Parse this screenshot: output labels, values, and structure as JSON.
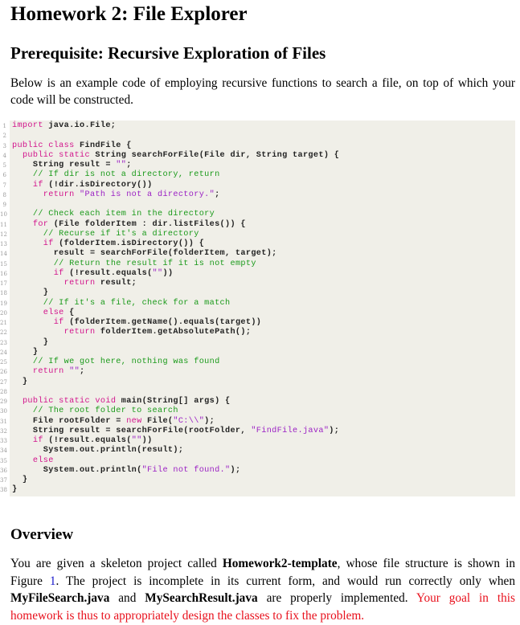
{
  "document": {
    "title": "Homework 2: File Explorer",
    "prerequisite": {
      "heading": "Prerequisite: Recursive Exploration of Files",
      "intro": "Below is an example code of employing recursive functions to search a file, on top of which your code will be constructed."
    },
    "code_listing": {
      "language": "java",
      "background_color": "#f0efe8",
      "colors": {
        "keyword": "#d2148c",
        "comment": "#1a9a1a",
        "string": "#9b21c4",
        "line_number": "#9a9a9a",
        "text": "#222222"
      },
      "lines": [
        {
          "n": "1",
          "segments": [
            [
              "kw",
              "import"
            ],
            [
              "tx",
              " java.io.File;"
            ]
          ]
        },
        {
          "n": "2",
          "segments": []
        },
        {
          "n": "3",
          "segments": [
            [
              "kw",
              "public class"
            ],
            [
              "tx",
              " FindFile {"
            ]
          ]
        },
        {
          "n": "4",
          "segments": [
            [
              "tx",
              "  "
            ],
            [
              "kw",
              "public static"
            ],
            [
              "tx",
              " String searchForFile(File dir, String target) {"
            ]
          ]
        },
        {
          "n": "5",
          "segments": [
            [
              "tx",
              "    String result = "
            ],
            [
              "st",
              "\"\""
            ],
            [
              "tx",
              ";"
            ]
          ]
        },
        {
          "n": "6",
          "segments": [
            [
              "tx",
              "    "
            ],
            [
              "cm",
              "// If dir is not a directory, return"
            ]
          ]
        },
        {
          "n": "7",
          "segments": [
            [
              "tx",
              "    "
            ],
            [
              "kw",
              "if"
            ],
            [
              "tx",
              " (!dir.isDirectory())"
            ]
          ]
        },
        {
          "n": "8",
          "segments": [
            [
              "tx",
              "      "
            ],
            [
              "kw",
              "return"
            ],
            [
              "tx",
              " "
            ],
            [
              "st",
              "\"Path is not a directory.\""
            ],
            [
              "tx",
              ";"
            ]
          ]
        },
        {
          "n": "9",
          "segments": []
        },
        {
          "n": "10",
          "segments": [
            [
              "tx",
              "    "
            ],
            [
              "cm",
              "// Check each item in the directory"
            ]
          ]
        },
        {
          "n": "11",
          "segments": [
            [
              "tx",
              "    "
            ],
            [
              "kw",
              "for"
            ],
            [
              "tx",
              " (File folderItem : dir.listFiles()) {"
            ]
          ]
        },
        {
          "n": "12",
          "segments": [
            [
              "tx",
              "      "
            ],
            [
              "cm",
              "// Recurse if it's a directory"
            ]
          ]
        },
        {
          "n": "13",
          "segments": [
            [
              "tx",
              "      "
            ],
            [
              "kw",
              "if"
            ],
            [
              "tx",
              " (folderItem.isDirectory()) {"
            ]
          ]
        },
        {
          "n": "14",
          "segments": [
            [
              "tx",
              "        result = searchForFile(folderItem, target);"
            ]
          ]
        },
        {
          "n": "15",
          "segments": [
            [
              "tx",
              "        "
            ],
            [
              "cm",
              "// Return the result if it is not empty"
            ]
          ]
        },
        {
          "n": "16",
          "segments": [
            [
              "tx",
              "        "
            ],
            [
              "kw",
              "if"
            ],
            [
              "tx",
              " (!result.equals("
            ],
            [
              "st",
              "\"\""
            ],
            [
              "tx",
              "))"
            ]
          ]
        },
        {
          "n": "17",
          "segments": [
            [
              "tx",
              "          "
            ],
            [
              "kw",
              "return"
            ],
            [
              "tx",
              " result;"
            ]
          ]
        },
        {
          "n": "18",
          "segments": [
            [
              "tx",
              "      }"
            ]
          ]
        },
        {
          "n": "19",
          "segments": [
            [
              "tx",
              "      "
            ],
            [
              "cm",
              "// If it's a file, check for a match"
            ]
          ]
        },
        {
          "n": "20",
          "segments": [
            [
              "tx",
              "      "
            ],
            [
              "kw",
              "else"
            ],
            [
              "tx",
              " {"
            ]
          ]
        },
        {
          "n": "21",
          "segments": [
            [
              "tx",
              "        "
            ],
            [
              "kw",
              "if"
            ],
            [
              "tx",
              " (folderItem.getName().equals(target))"
            ]
          ]
        },
        {
          "n": "22",
          "segments": [
            [
              "tx",
              "          "
            ],
            [
              "kw",
              "return"
            ],
            [
              "tx",
              " folderItem.getAbsolutePath();"
            ]
          ]
        },
        {
          "n": "23",
          "segments": [
            [
              "tx",
              "      }"
            ]
          ]
        },
        {
          "n": "24",
          "segments": [
            [
              "tx",
              "    }"
            ]
          ]
        },
        {
          "n": "25",
          "segments": [
            [
              "tx",
              "    "
            ],
            [
              "cm",
              "// If we got here, nothing was found"
            ]
          ]
        },
        {
          "n": "26",
          "segments": [
            [
              "tx",
              "    "
            ],
            [
              "kw",
              "return"
            ],
            [
              "tx",
              " "
            ],
            [
              "st",
              "\"\""
            ],
            [
              "tx",
              ";"
            ]
          ]
        },
        {
          "n": "27",
          "segments": [
            [
              "tx",
              "  }"
            ]
          ]
        },
        {
          "n": "28",
          "segments": []
        },
        {
          "n": "29",
          "segments": [
            [
              "tx",
              "  "
            ],
            [
              "kw",
              "public static void"
            ],
            [
              "tx",
              " main(String[] args) {"
            ]
          ]
        },
        {
          "n": "30",
          "segments": [
            [
              "tx",
              "    "
            ],
            [
              "cm",
              "// The root folder to search"
            ]
          ]
        },
        {
          "n": "31",
          "segments": [
            [
              "tx",
              "    File rootFolder = "
            ],
            [
              "kw",
              "new"
            ],
            [
              "tx",
              " File("
            ],
            [
              "st",
              "\"C:\\\\\""
            ],
            [
              "tx",
              ");"
            ]
          ]
        },
        {
          "n": "32",
          "segments": [
            [
              "tx",
              "    String result = searchForFile(rootFolder, "
            ],
            [
              "st",
              "\"FindFile.java\""
            ],
            [
              "tx",
              ");"
            ]
          ]
        },
        {
          "n": "33",
          "segments": [
            [
              "tx",
              "    "
            ],
            [
              "kw",
              "if"
            ],
            [
              "tx",
              " (!result.equals("
            ],
            [
              "st",
              "\"\""
            ],
            [
              "tx",
              "))"
            ]
          ]
        },
        {
          "n": "34",
          "segments": [
            [
              "tx",
              "      System.out.println(result);"
            ]
          ]
        },
        {
          "n": "35",
          "segments": [
            [
              "tx",
              "    "
            ],
            [
              "kw",
              "else"
            ]
          ]
        },
        {
          "n": "36",
          "segments": [
            [
              "tx",
              "      System.out.println("
            ],
            [
              "st",
              "\"File not found.\""
            ],
            [
              "tx",
              ");"
            ]
          ]
        },
        {
          "n": "37",
          "segments": [
            [
              "tx",
              "  }"
            ]
          ]
        },
        {
          "n": "38",
          "segments": [
            [
              "tx",
              "}"
            ]
          ]
        }
      ]
    },
    "overview": {
      "heading": "Overview",
      "p_part1": "You are given a skeleton project called ",
      "project_name": "Homework2-template",
      "p_part2": ", whose file structure is shown in Figure ",
      "figure_ref": "1",
      "p_part3": ". The project is incomplete in its current form, and would run correctly only when ",
      "file1": "MyFileSearch.java",
      "p_part4": " and ",
      "file2": "MySearchResult.java",
      "p_part5": " are properly implemented. ",
      "goal": "Your goal in this homework is thus to appropriately design the classes to fix the problem."
    }
  }
}
